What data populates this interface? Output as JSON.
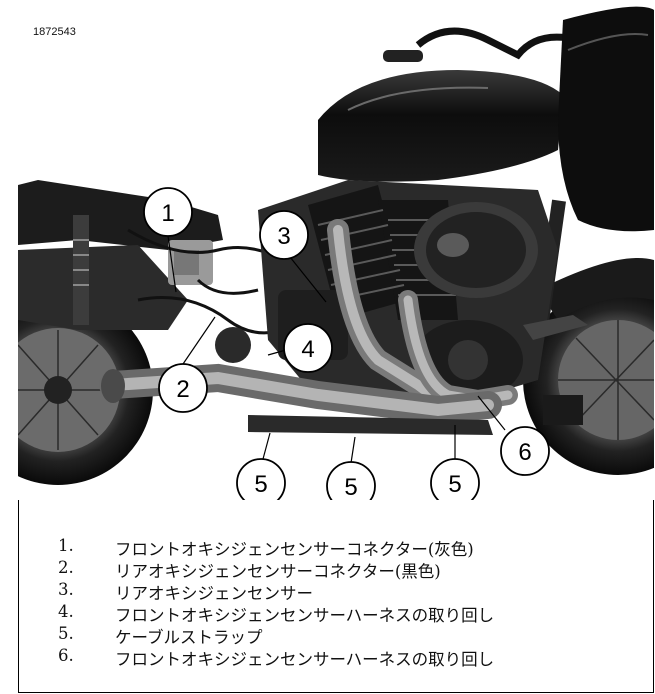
{
  "figure_id": "1872543",
  "callouts": [
    "1",
    "2",
    "3",
    "4",
    "5",
    "5",
    "5",
    "6"
  ],
  "legend": [
    {
      "num": "1.",
      "text": "フロントオキシジェンセンサーコネクター(灰色)"
    },
    {
      "num": "2.",
      "text": "リアオキシジェンセンサーコネクター(黒色)"
    },
    {
      "num": "3.",
      "text": "リアオキシジェンセンサー"
    },
    {
      "num": "4.",
      "text": "フロントオキシジェンセンサーハーネスの取り回し"
    },
    {
      "num": "5.",
      "text": "ケーブルストラップ"
    },
    {
      "num": "6.",
      "text": "フロントオキシジェンセンサーハーネスの取り回し"
    }
  ]
}
